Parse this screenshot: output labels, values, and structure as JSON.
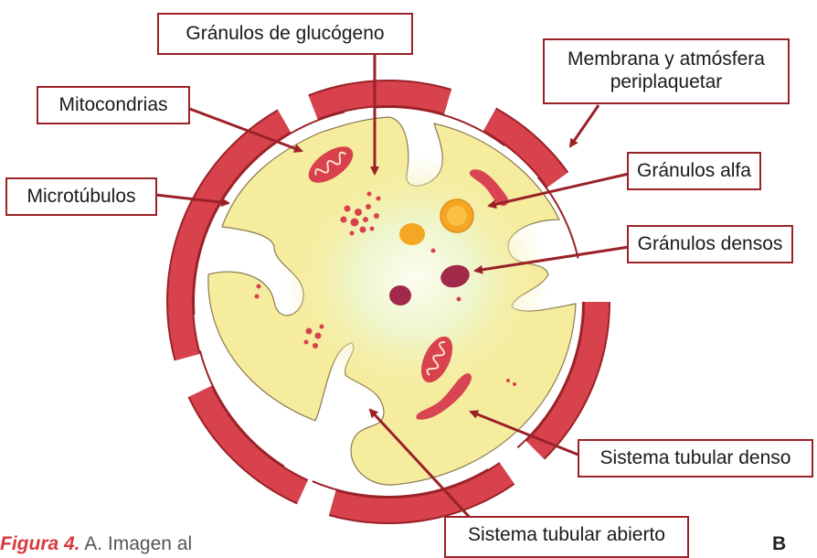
{
  "colors": {
    "membrane": "#d8424c",
    "membrane_outline": "#9b2128",
    "cytoplasm": "#f6ec9e",
    "center_glow": "#fdfde8",
    "arrow": "#9b2128",
    "alpha_granule": "#f5a623",
    "dense_granule": "#a12a4a",
    "tubular": "#d84451"
  },
  "labels": {
    "glycogen": "Gránulos de glucógeno",
    "membrane": "Membrana y atmósfera periplaquetar",
    "mitochondria": "Mitocondrias",
    "microtubules": "Microtúbulos",
    "alpha": "Gránulos alfa",
    "dense": "Gránulos densos",
    "dense_tubular": "Sistema tubular denso",
    "open_tubular": "Sistema tubular abierto"
  },
  "caption": {
    "figure": "Figura 4.",
    "text": " A. Imagen al"
  },
  "panel_letter": "B"
}
